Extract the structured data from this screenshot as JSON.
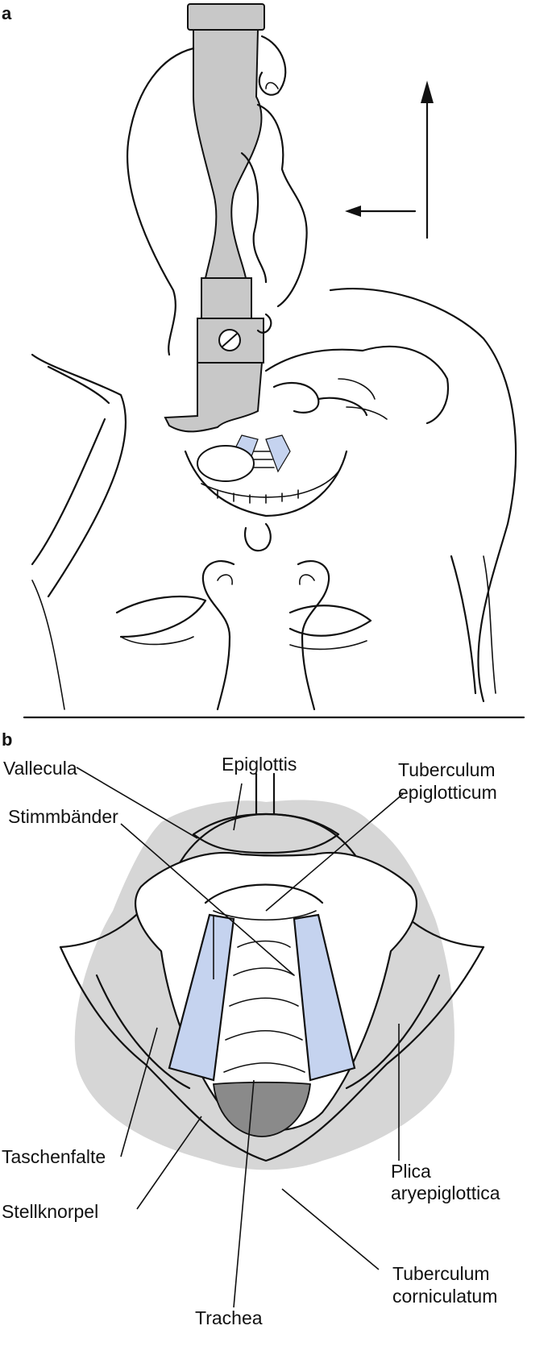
{
  "panels": {
    "a": {
      "letter": "a"
    },
    "b": {
      "letter": "b"
    }
  },
  "labels": {
    "vallecula": "Vallecula",
    "epiglottis": "Epiglottis",
    "tuberculum_epiglotticum_1": "Tuberculum",
    "tuberculum_epiglotticum_2": "epiglotticum",
    "stimmbaender": "Stimmbänder",
    "taschenfalte": "Taschenfalte",
    "stellknorpel": "Stellknorpel",
    "trachea": "Trachea",
    "plica_1": "Plica",
    "plica_2": "aryepiglottica",
    "tuberculum_corniculatum_1": "Tuberculum",
    "tuberculum_corniculatum_2": "corniculatum"
  },
  "colors": {
    "line": "#111111",
    "instrument_gray": "#c8c8c8",
    "vocal_cord_blue": "#c5d3ef",
    "shadow_gray": "#d6d6d6",
    "trachea_dark": "#8a8a8a"
  }
}
